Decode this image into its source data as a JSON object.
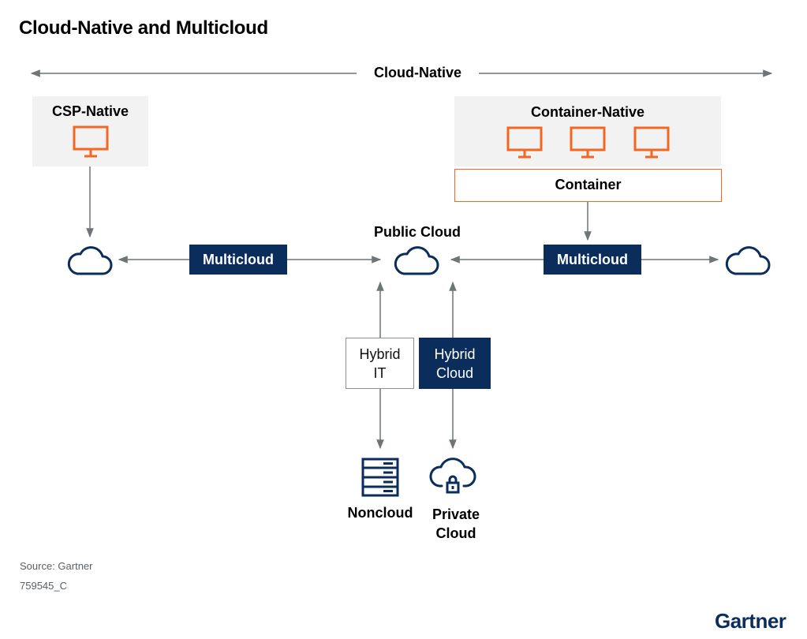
{
  "title": "Cloud-Native and Multicloud",
  "diagram": {
    "cloud_native_label": "Cloud-Native",
    "csp_native_label": "CSP-Native",
    "container_native_label": "Container-Native",
    "container_label": "Container",
    "public_cloud_label": "Public Cloud",
    "multicloud_left_label": "Multicloud",
    "multicloud_right_label": "Multicloud",
    "hybrid_it_line1": "Hybrid",
    "hybrid_it_line2": "IT",
    "hybrid_cloud_line1": "Hybrid",
    "hybrid_cloud_line2": "Cloud",
    "noncloud_label": "Noncloud",
    "private_cloud_line1": "Private",
    "private_cloud_line2": "Cloud"
  },
  "footer": {
    "source": "Source: Gartner",
    "doc_id": "759545_C",
    "brand": "Gartner"
  },
  "colors": {
    "navy": "#0a2d5c",
    "orange": "#f26722",
    "grey_line": "#6f7477",
    "panel_grey": "#f2f2f2"
  },
  "icons": [
    "monitor-icon",
    "cloud-icon",
    "server-icon",
    "cloud-lock-icon"
  ]
}
